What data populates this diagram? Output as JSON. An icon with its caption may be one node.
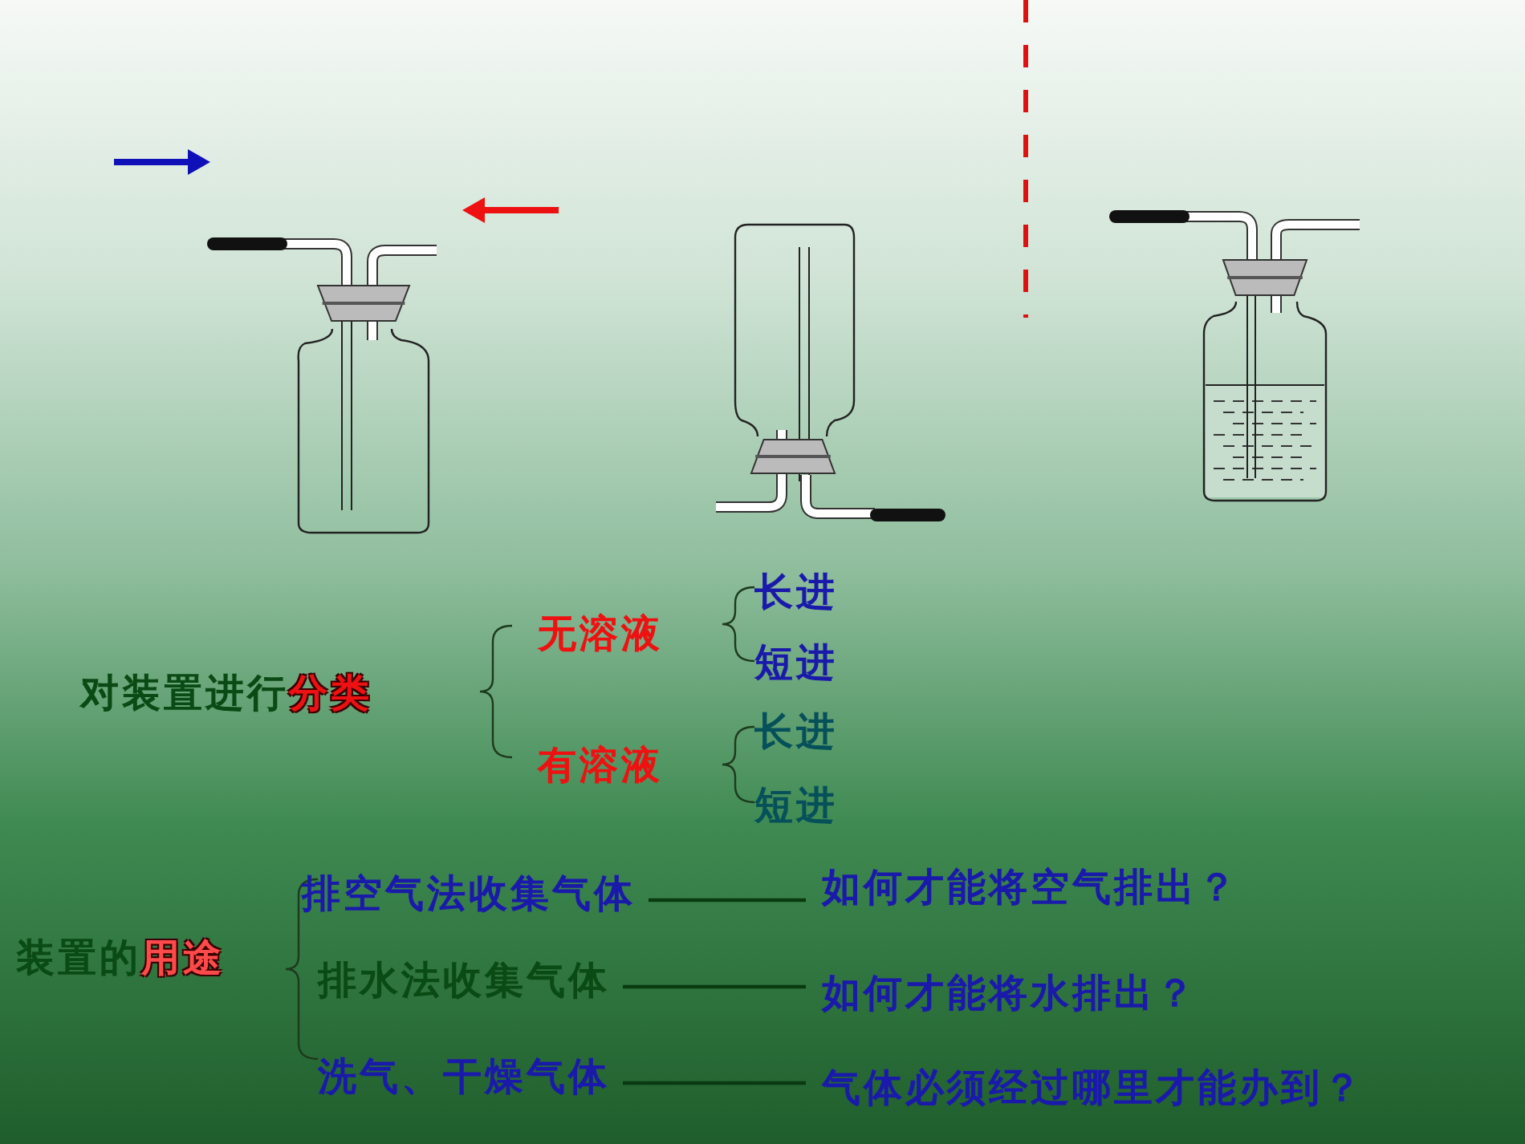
{
  "diagram": {
    "nodes": [
      {
        "text": [
          "对装置进行",
          "分类"
        ]
      },
      {
        "text": [
          "无溶液"
        ]
      },
      {
        "text": [
          "有溶液"
        ]
      },
      {
        "text": [
          "长进"
        ]
      },
      {
        "text": [
          "短进"
        ]
      },
      {
        "text": [
          "长进"
        ]
      },
      {
        "text": [
          "短进"
        ]
      },
      {
        "text": [
          "装置的",
          "用途"
        ]
      },
      {
        "text": [
          "排空气法收集气体"
        ]
      },
      {
        "text": [
          "排水法收集气体"
        ]
      },
      {
        "text": [
          "洗气、干燥气体"
        ]
      },
      {
        "text": [
          "如何才能将空气排出？"
        ]
      },
      {
        "text": [
          "如何才能将水排出？"
        ]
      },
      {
        "text": [
          "气体必须经过哪里才能办到？"
        ]
      }
    ],
    "edges": [
      {
        "from": 8,
        "to": 11,
        "arrow": "none"
      },
      {
        "from": 9,
        "to": 12,
        "arrow": "none"
      },
      {
        "from": 10,
        "to": 13,
        "arrow": "none"
      }
    ]
  }
}
